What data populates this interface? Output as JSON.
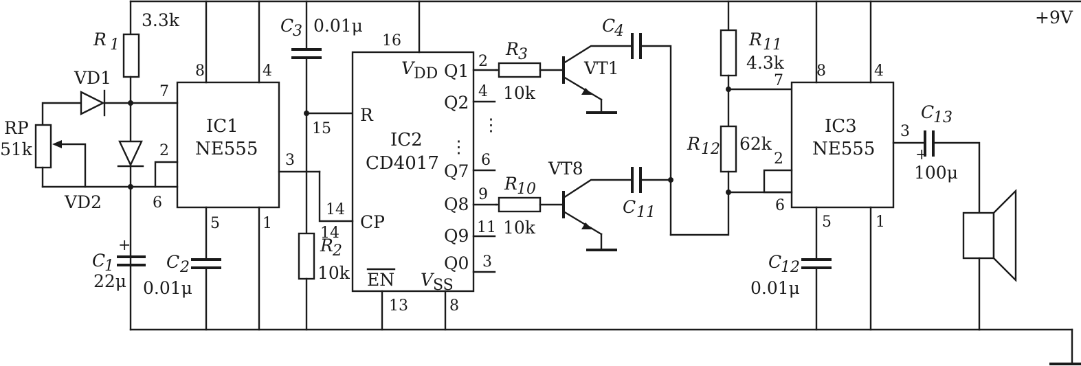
{
  "supply": {
    "label": "+9V"
  },
  "ic1": {
    "name": "IC1",
    "type": "NE555",
    "pins": {
      "p8": "8",
      "p4": "4",
      "p7": "7",
      "p2": "2",
      "p6": "6",
      "p3": "3",
      "p5": "5",
      "p1": "1"
    }
  },
  "ic2": {
    "name": "IC2",
    "type": "CD4017",
    "inputs": {
      "reset": "R",
      "clock": "CP",
      "enable": "EN"
    },
    "power": {
      "vdd": "V",
      "vdd_sub": "DD",
      "vss": "V",
      "vss_sub": "SS"
    },
    "outputs": {
      "q1": "Q1",
      "q2": "Q2",
      "q7": "Q7",
      "q8": "Q8",
      "q9": "Q9",
      "q0": "Q0"
    },
    "dots": "⋮",
    "pins": {
      "p16": "16",
      "p15": "15",
      "p14a": "14",
      "p14b": "14",
      "p13": "13",
      "p8": "8",
      "p2": "2",
      "p4": "4",
      "p6": "6",
      "p9": "9",
      "p11": "11",
      "p3": "3"
    }
  },
  "ic3": {
    "name": "IC3",
    "type": "NE555",
    "pins": {
      "p8": "8",
      "p4": "4",
      "p7": "7",
      "p2": "2",
      "p6": "6",
      "p3": "3",
      "p5": "5",
      "p1": "1"
    }
  },
  "r1": {
    "name": "R",
    "sub": "1",
    "value": "3.3k"
  },
  "rp": {
    "name": "RP",
    "value": "51k"
  },
  "vd1": {
    "name": "VD1"
  },
  "vd2": {
    "name": "VD2"
  },
  "c1": {
    "name": "C",
    "sub": "1",
    "value": "22μ",
    "polarity": "+"
  },
  "c2": {
    "name": "C",
    "sub": "2",
    "value": "0.01μ"
  },
  "c3": {
    "name": "C",
    "sub": "3",
    "value": "0.01μ"
  },
  "r2": {
    "name": "R",
    "sub": "2",
    "value": "10k"
  },
  "r3": {
    "name": "R",
    "sub": "3",
    "value": "10k"
  },
  "r10": {
    "name": "R",
    "sub": "10",
    "value": "10k"
  },
  "vt1": {
    "name": "VT1"
  },
  "vt8": {
    "name": "VT8"
  },
  "c4": {
    "name": "C",
    "sub": "4"
  },
  "c11": {
    "name": "C",
    "sub": "11"
  },
  "r11": {
    "name": "R",
    "sub": "11",
    "value": "4.3k"
  },
  "r12": {
    "name": "R",
    "sub": "12",
    "value": "62k"
  },
  "c12": {
    "name": "C",
    "sub": "12",
    "value": "0.01μ"
  },
  "c13": {
    "name": "C",
    "sub": "13",
    "value": "100μ",
    "polarity": "+"
  }
}
